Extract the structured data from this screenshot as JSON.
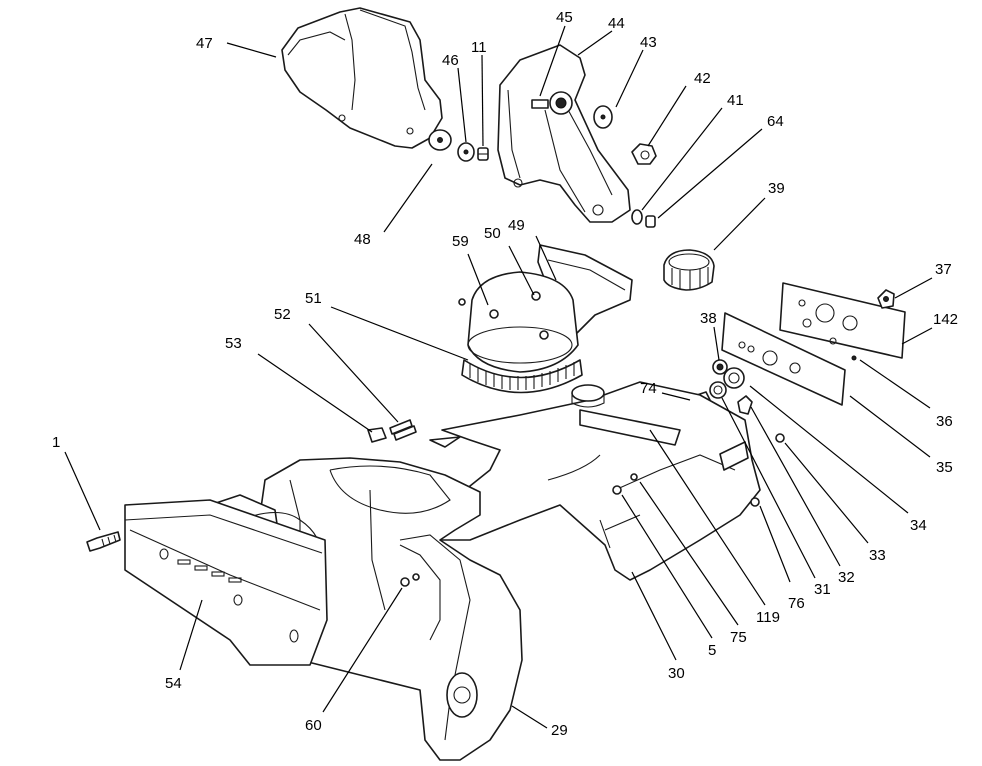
{
  "callouts": [
    {
      "id": "c47",
      "text": "47"
    },
    {
      "id": "c46",
      "text": "46"
    },
    {
      "id": "c11",
      "text": "11"
    },
    {
      "id": "c45",
      "text": "45"
    },
    {
      "id": "c44",
      "text": "44"
    },
    {
      "id": "c43",
      "text": "43"
    },
    {
      "id": "c42",
      "text": "42"
    },
    {
      "id": "c41",
      "text": "41"
    },
    {
      "id": "c64",
      "text": "64"
    },
    {
      "id": "c48",
      "text": "48"
    },
    {
      "id": "c39",
      "text": "39"
    },
    {
      "id": "c59",
      "text": "59"
    },
    {
      "id": "c50",
      "text": "50"
    },
    {
      "id": "c49",
      "text": "49"
    },
    {
      "id": "c37",
      "text": "37"
    },
    {
      "id": "c51",
      "text": "51"
    },
    {
      "id": "c52",
      "text": "52"
    },
    {
      "id": "c142",
      "text": "142"
    },
    {
      "id": "c38",
      "text": "38"
    },
    {
      "id": "c53",
      "text": "53"
    },
    {
      "id": "c74",
      "text": "74"
    },
    {
      "id": "c36",
      "text": "36"
    },
    {
      "id": "c35",
      "text": "35"
    },
    {
      "id": "c1",
      "text": "1"
    },
    {
      "id": "c34",
      "text": "34"
    },
    {
      "id": "c33",
      "text": "33"
    },
    {
      "id": "c32",
      "text": "32"
    },
    {
      "id": "c31",
      "text": "31"
    },
    {
      "id": "c76",
      "text": "76"
    },
    {
      "id": "c119",
      "text": "119"
    },
    {
      "id": "c75",
      "text": "75"
    },
    {
      "id": "c5",
      "text": "5"
    },
    {
      "id": "c30",
      "text": "30"
    },
    {
      "id": "c54",
      "text": "54"
    },
    {
      "id": "c60",
      "text": "60"
    },
    {
      "id": "c29",
      "text": "29"
    }
  ]
}
